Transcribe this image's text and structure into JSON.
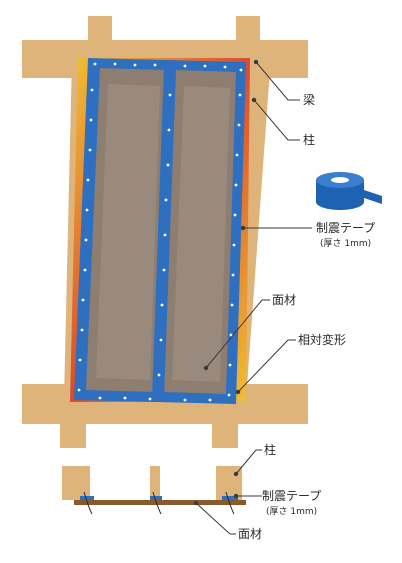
{
  "labels": {
    "beam": "梁",
    "column_top": "柱",
    "tape_top": "制震テープ",
    "tape_top_thickness": "(厚さ 1mm)",
    "panel": "面材",
    "relative_deformation": "相対変形",
    "column_bottom": "柱",
    "tape_bottom": "制震テープ",
    "tape_bottom_thickness": "(厚さ 1mm)",
    "panel_bottom": "面材"
  },
  "colors": {
    "wood": "#dfb47a",
    "wood_dark": "#c8955a",
    "panel_gray": "#8e7e72",
    "tape_blue": "#2f6fc0",
    "shear_red": "#d9452b",
    "shear_yellow": "#f2c230",
    "tape_roll": "#1f62b4"
  },
  "icons": {
    "tape_roll": "tape-roll-icon"
  }
}
